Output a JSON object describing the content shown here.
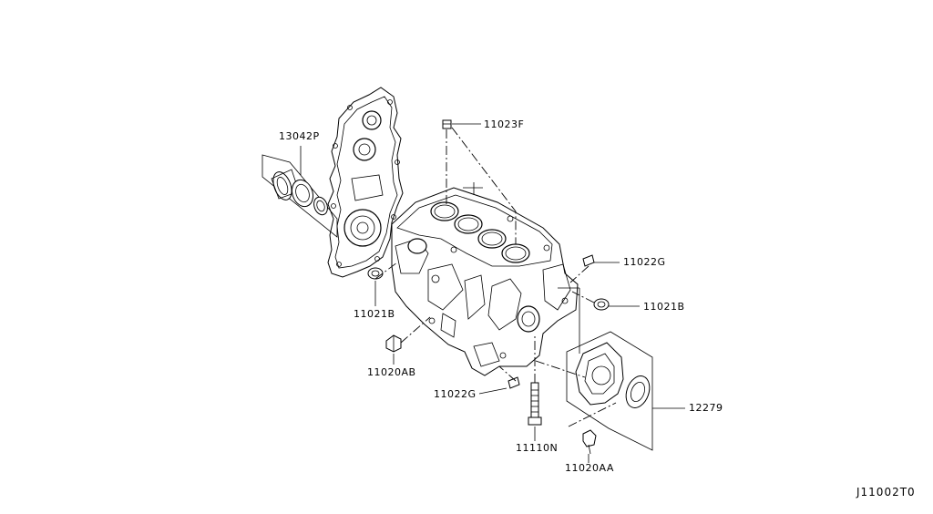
{
  "diagram": {
    "code": "J11002T0",
    "labels": {
      "p13042P": "13042P",
      "p11023F": "11023F",
      "p11022G_top": "11022G",
      "p11021B_left": "11021B",
      "p11021B_right": "11021B",
      "p11020AB": "11020AB",
      "p11022G_bottom": "11022G",
      "p11110N": "11110N",
      "p12279": "12279",
      "p11020AA": "11020AA"
    }
  }
}
